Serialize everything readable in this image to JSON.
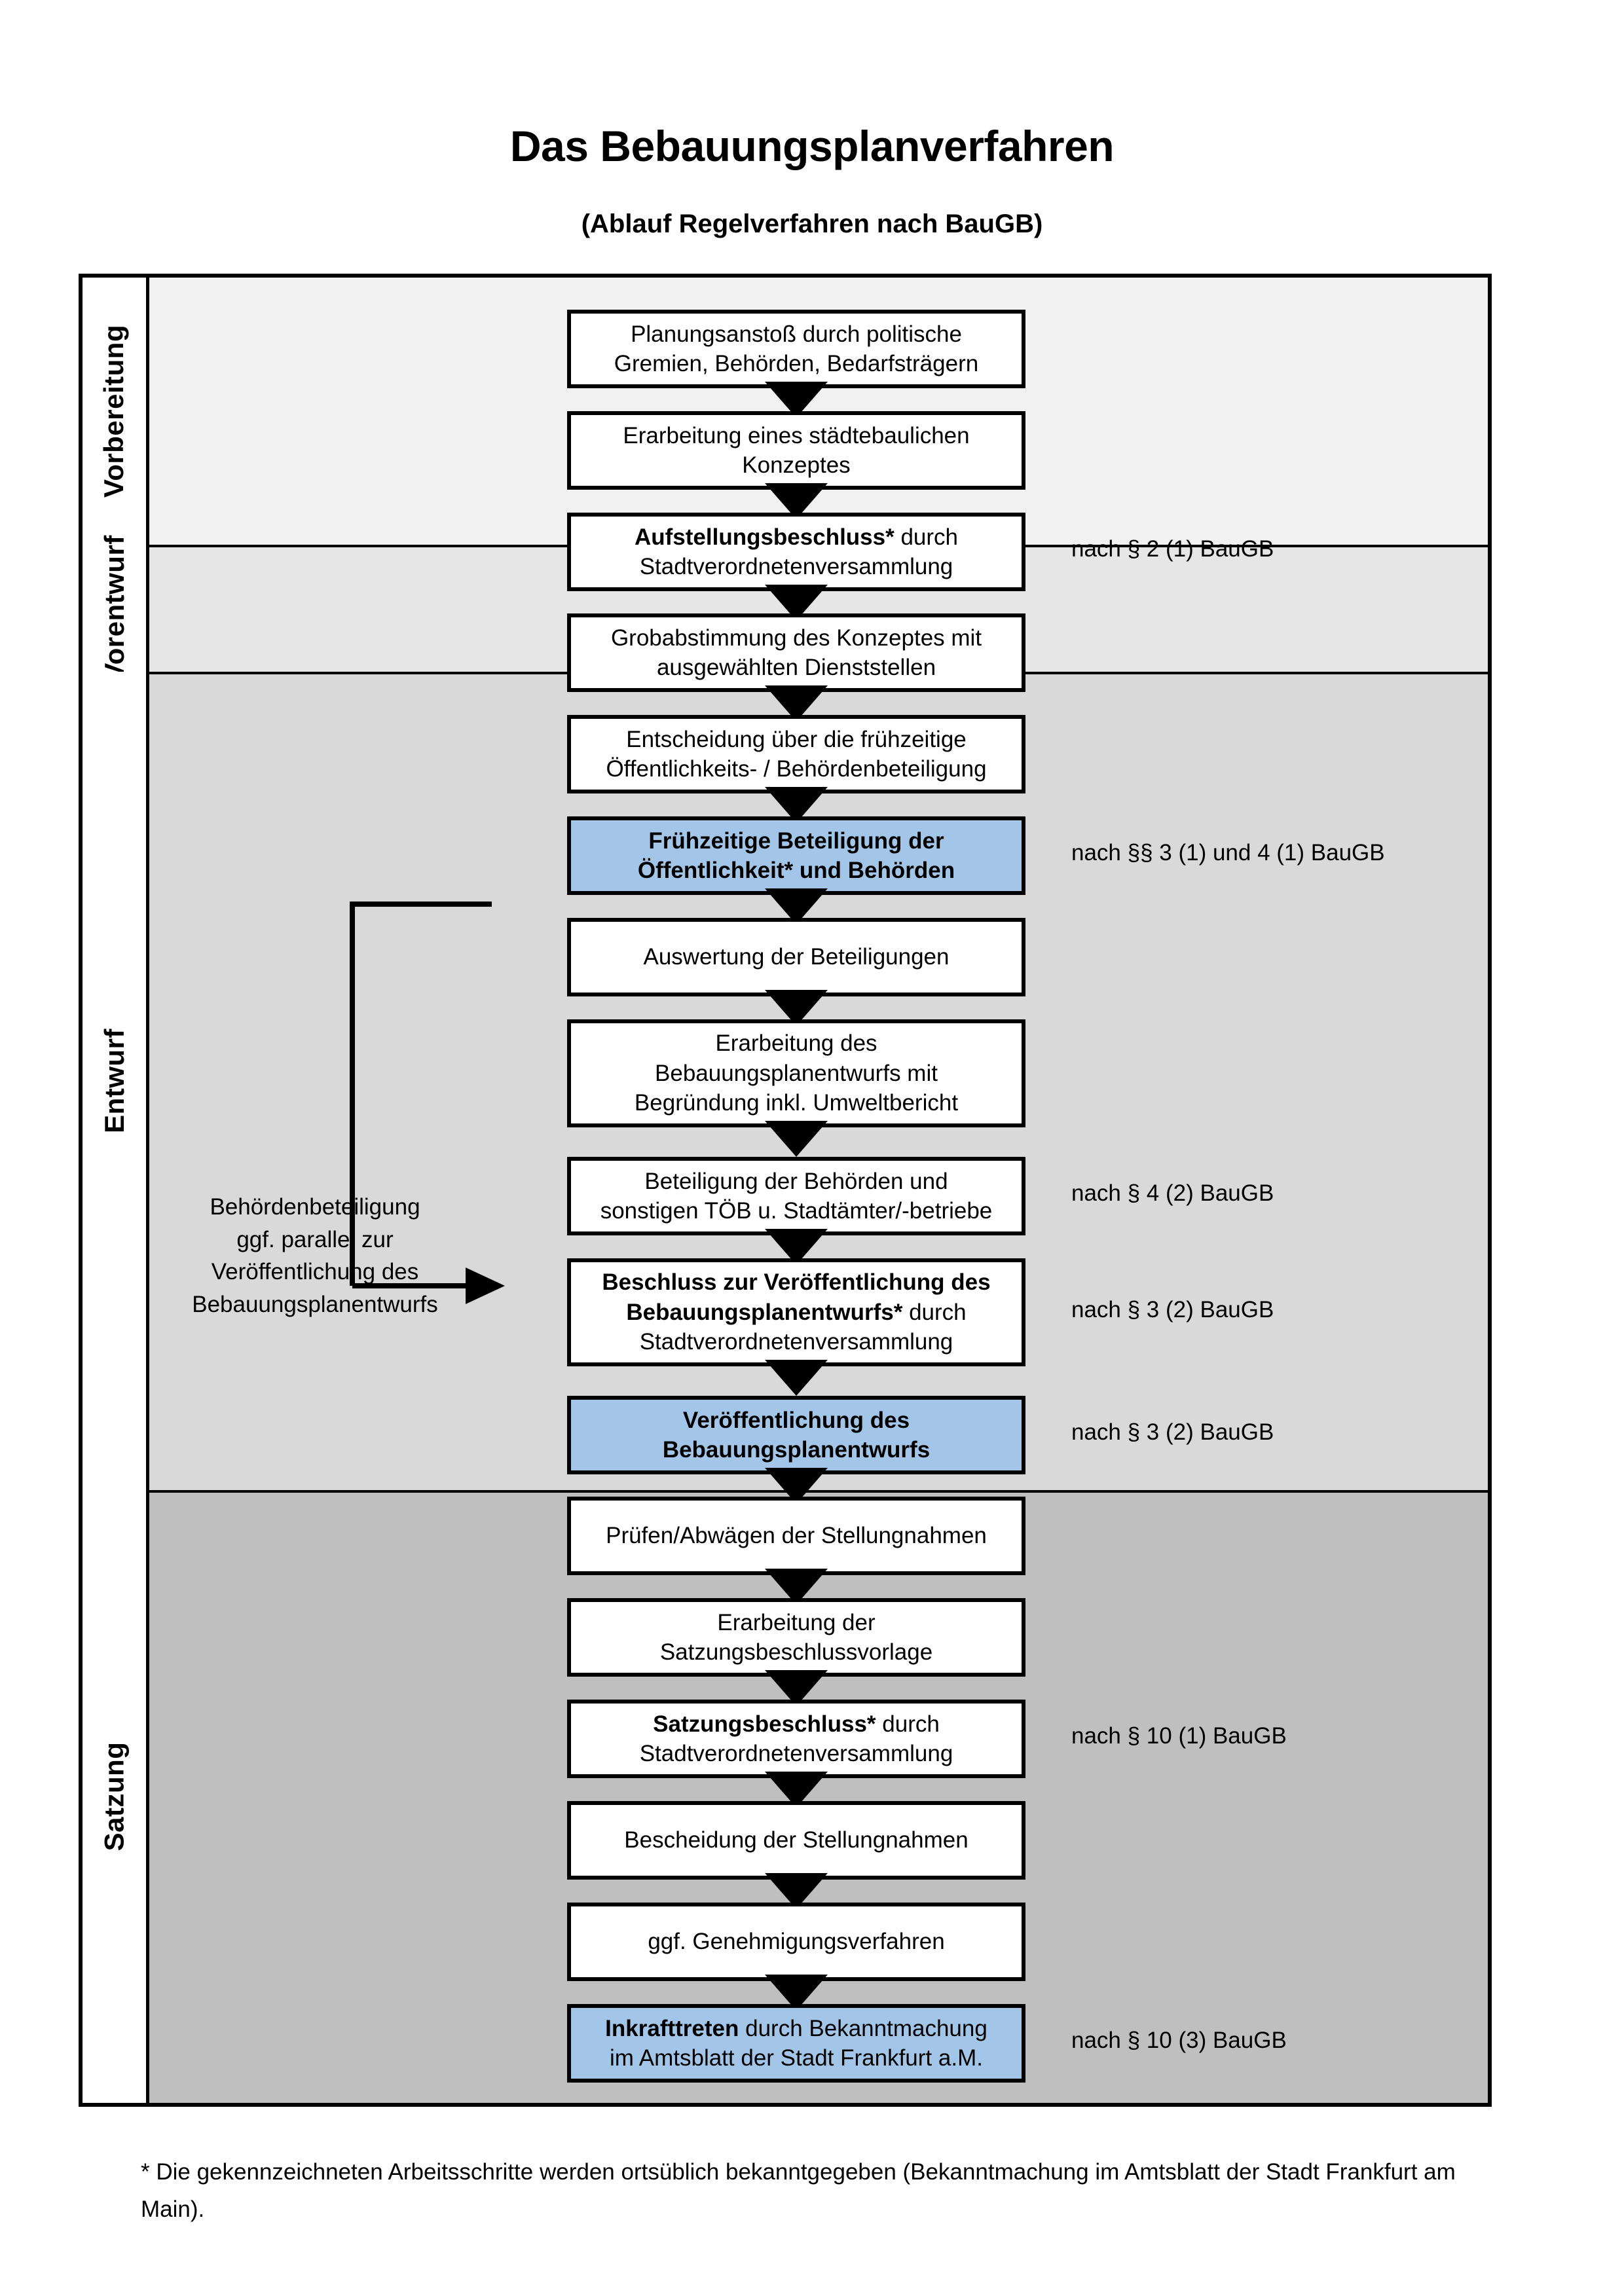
{
  "title": "Das Bebauungsplanverfahren",
  "subtitle": "(Ablauf Regelverfahren nach BauGB)",
  "phases": [
    {
      "label": "Vorbereitung",
      "band_color": "#f1f1f1"
    },
    {
      "label": "Vorentwurf",
      "band_color": "#e6e6e6"
    },
    {
      "label": "Entwurf",
      "band_color": "#d9d9d9"
    },
    {
      "label": "Satzung",
      "band_color": "#bfbfbf"
    }
  ],
  "nodes": [
    {
      "id": "n1",
      "phase": "Vorbereitung",
      "highlight": false,
      "lines": [
        {
          "text": "Planungsanstoß durch politische",
          "bold": false
        },
        {
          "text": "Gremien, Behörden, Bedarfsträgern",
          "bold": false
        }
      ]
    },
    {
      "id": "n2",
      "phase": "Vorbereitung",
      "highlight": false,
      "lines": [
        {
          "text": "Erarbeitung eines städtebaulichen",
          "bold": false
        },
        {
          "text": "Konzeptes",
          "bold": false
        }
      ]
    },
    {
      "id": "n3",
      "phase": "Vorbereitung",
      "highlight": false,
      "lines": [
        {
          "text": "Aufstellungsbeschluss*",
          "bold": true,
          "suffix": " durch"
        },
        {
          "text": "Stadtverordnetenversammlung",
          "bold": false
        }
      ]
    },
    {
      "id": "n4",
      "phase": "Vorentwurf",
      "highlight": false,
      "lines": [
        {
          "text": "Grobabstimmung des Konzeptes mit",
          "bold": false
        },
        {
          "text": "ausgewählten Dienststellen",
          "bold": false
        }
      ]
    },
    {
      "id": "n5",
      "phase": "Vorentwurf",
      "highlight": false,
      "lines": [
        {
          "text": "Entscheidung über die frühzeitige",
          "bold": false
        },
        {
          "text": "Öffentlichkeits- / Behördenbeteiligung",
          "bold": false
        }
      ]
    },
    {
      "id": "n6",
      "phase": "Vorentwurf",
      "highlight": true,
      "lines": [
        {
          "text": "Frühzeitige Beteiligung der",
          "bold": true
        },
        {
          "text": "Öffentlichkeit* und Behörden",
          "bold": true
        }
      ]
    },
    {
      "id": "n7",
      "phase": "Entwurf",
      "highlight": false,
      "lines": [
        {
          "text": "Auswertung der Beteiligungen",
          "bold": false
        }
      ]
    },
    {
      "id": "n8",
      "phase": "Entwurf",
      "highlight": false,
      "lines": [
        {
          "text": "Erarbeitung des",
          "bold": false
        },
        {
          "text": "Bebauungsplanentwurfs mit",
          "bold": false
        },
        {
          "text": "Begründung inkl. Umweltbericht",
          "bold": false
        }
      ]
    },
    {
      "id": "n9",
      "phase": "Entwurf",
      "highlight": false,
      "lines": [
        {
          "text": "Beteiligung der Behörden und",
          "bold": false
        },
        {
          "text": "sonstigen TÖB u. Stadtämter/-betriebe",
          "bold": false
        }
      ]
    },
    {
      "id": "n10",
      "phase": "Entwurf",
      "highlight": false,
      "lines": [
        {
          "text": "Beschluss zur Veröffentlichung des",
          "bold": true
        },
        {
          "text": "Bebauungsplanentwurfs*",
          "bold": true,
          "suffix": " durch"
        },
        {
          "text": "Stadtverordnetenversammlung",
          "bold": false
        }
      ]
    },
    {
      "id": "n11",
      "phase": "Entwurf",
      "highlight": true,
      "lines": [
        {
          "text": "Veröffentlichung des",
          "bold": true
        },
        {
          "text": "Bebauungsplanentwurfs",
          "bold": true
        }
      ]
    },
    {
      "id": "n12",
      "phase": "Satzung",
      "highlight": false,
      "lines": [
        {
          "text": "Prüfen/Abwägen der Stellungnahmen",
          "bold": false
        }
      ]
    },
    {
      "id": "n13",
      "phase": "Satzung",
      "highlight": false,
      "lines": [
        {
          "text": "Erarbeitung der",
          "bold": false
        },
        {
          "text": "Satzungsbeschlussvorlage",
          "bold": false
        }
      ]
    },
    {
      "id": "n14",
      "phase": "Satzung",
      "highlight": false,
      "lines": [
        {
          "text": "Satzungsbeschluss*",
          "bold": true,
          "suffix": " durch"
        },
        {
          "text": "Stadtverordnetenversammlung",
          "bold": false
        }
      ]
    },
    {
      "id": "n15",
      "phase": "Satzung",
      "highlight": false,
      "lines": [
        {
          "text": "Bescheidung der Stellungnahmen",
          "bold": false
        }
      ]
    },
    {
      "id": "n16",
      "phase": "Satzung",
      "highlight": false,
      "lines": [
        {
          "text": "ggf. Genehmigungsverfahren",
          "bold": false
        }
      ]
    },
    {
      "id": "n17",
      "phase": "Satzung",
      "highlight": true,
      "lines": [
        {
          "text": "Inkrafttreten",
          "bold": true,
          "suffix": " durch Bekanntmachung"
        },
        {
          "text": "im Amtsblatt der Stadt Frankfurt a.M.",
          "bold": false
        }
      ]
    }
  ],
  "legal_refs": [
    {
      "text": "nach § 2 (1) BauGB",
      "for": "n3"
    },
    {
      "text": "nach §§ 3 (1) und 4 (1) BauGB",
      "for": "n6"
    },
    {
      "text": "nach § 4 (2) BauGB",
      "for": "n9"
    },
    {
      "text": "nach § 3 (2) BauGB",
      "for": "n10"
    },
    {
      "text": "nach § 3 (2) BauGB",
      "for": "n11"
    }
  ],
  "legal_refs_satzung": [
    {
      "text": "nach § 10 (1) BauGB",
      "for": "n14"
    },
    {
      "text": "nach § 10 (3) BauGB",
      "for": "n17"
    }
  ],
  "sidenote": {
    "lines": [
      "Behördenbeteiligung",
      "ggf. parallel zur",
      "Veröffentlichung des",
      "Bebauungsplanentwurfs"
    ]
  },
  "footnote": "* Die gekennzeichneten Arbeitsschritte werden ortsüblich bekanntgegeben (Bekanntmachung im Amtsblatt  der Stadt Frankfurt am Main).",
  "colors": {
    "highlight_blue": "#a3c6e8",
    "border_black": "#000000",
    "band1": "#f1f1f1",
    "band2": "#e6e6e6",
    "band3": "#d9d9d9",
    "band4": "#bfbfbf"
  }
}
